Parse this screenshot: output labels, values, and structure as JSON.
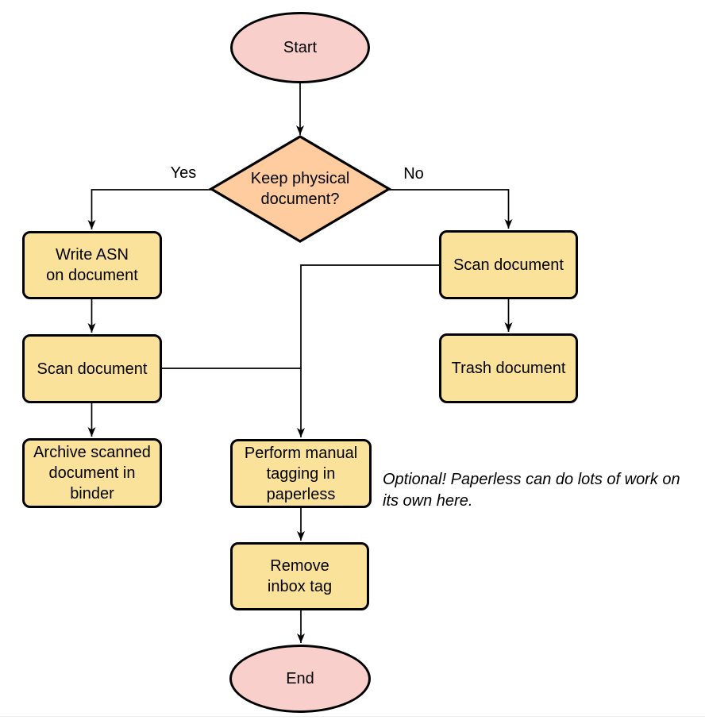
{
  "colors": {
    "terminal-fill": "#F9CFCC",
    "decision-fill": "#FECC9E",
    "process-fill": "#FBE29B",
    "stroke": "#000000"
  },
  "nodes": {
    "start": {
      "label": "Start"
    },
    "decision": {
      "label": "Keep physical\ndocument?"
    },
    "write_asn": {
      "label": "Write ASN\non document"
    },
    "scan_left": {
      "label": "Scan document"
    },
    "archive": {
      "label": "Archive scanned\ndocument in\nbinder"
    },
    "scan_right": {
      "label": "Scan document"
    },
    "trash": {
      "label": "Trash document"
    },
    "tagging": {
      "label": "Perform manual\ntagging in\npaperless"
    },
    "remove_tag": {
      "label": "Remove\ninbox tag"
    },
    "end": {
      "label": "End"
    }
  },
  "edge_labels": {
    "yes": "Yes",
    "no": "No"
  },
  "annotation": {
    "text": "Optional! Paperless can do lots of work on\nits own here."
  }
}
